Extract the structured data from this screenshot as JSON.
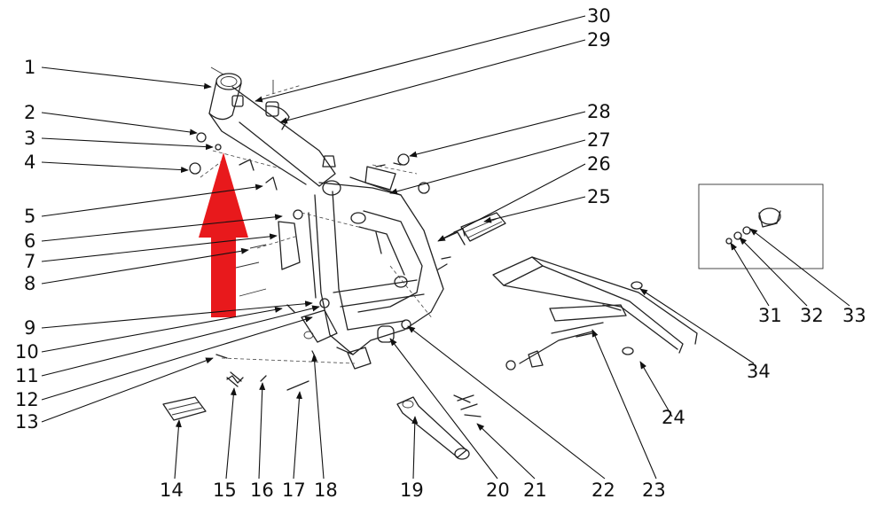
{
  "callouts": {
    "c1": "1",
    "c2": "2",
    "c3": "3",
    "c4": "4",
    "c5": "5",
    "c6": "6",
    "c7": "7",
    "c8": "8",
    "c9": "9",
    "c10": "10",
    "c11": "11",
    "c12": "12",
    "c13": "13",
    "c14": "14",
    "c15": "15",
    "c16": "16",
    "c17": "17",
    "c18": "18",
    "c19": "19",
    "c20": "20",
    "c21": "21",
    "c22": "22",
    "c23": "23",
    "c24": "24",
    "c25": "25",
    "c26": "26",
    "c27": "27",
    "c28": "28",
    "c29": "29",
    "c30": "30",
    "c31": "31",
    "c32": "32",
    "c33": "33",
    "c34": "34"
  },
  "arrow_color": "#e8191c",
  "arrow_direction": "up"
}
